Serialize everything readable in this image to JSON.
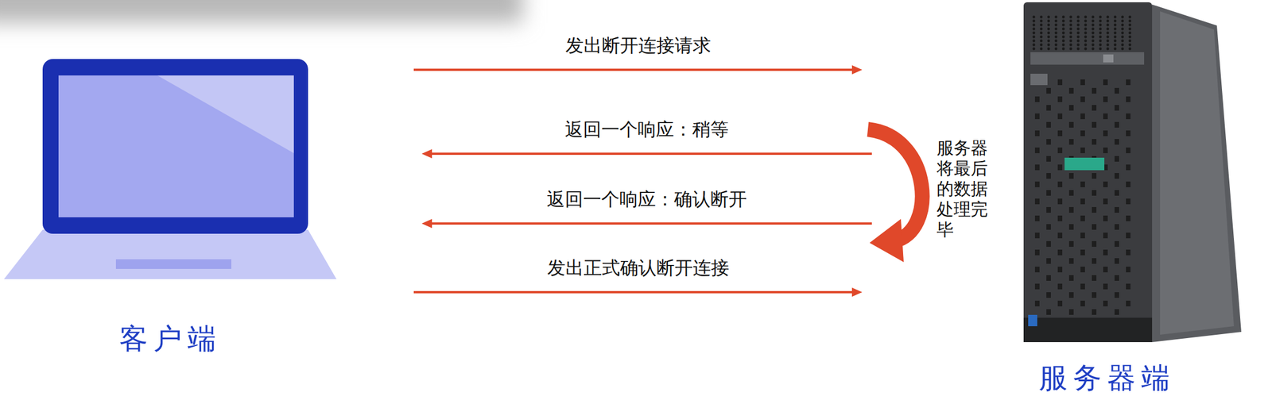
{
  "diagram": {
    "nodes": [
      {
        "text": [
          "客户端"
        ]
      },
      {
        "text": [
          "服务器端"
        ]
      }
    ],
    "edges": [
      {
        "from": 0,
        "to": 1,
        "arrow": "to",
        "label": "发出断开连接请求"
      },
      {
        "from": 1,
        "to": 0,
        "arrow": "to",
        "label": "返回一个响应：稍等"
      },
      {
        "from": 1,
        "to": 0,
        "arrow": "to",
        "label": "返回一个响应：确认断开"
      },
      {
        "from": 0,
        "to": 1,
        "arrow": "to",
        "label": "发出正式确认断开连接"
      }
    ],
    "labels": [
      "服务器将最后的数据处理完毕"
    ]
  }
}
